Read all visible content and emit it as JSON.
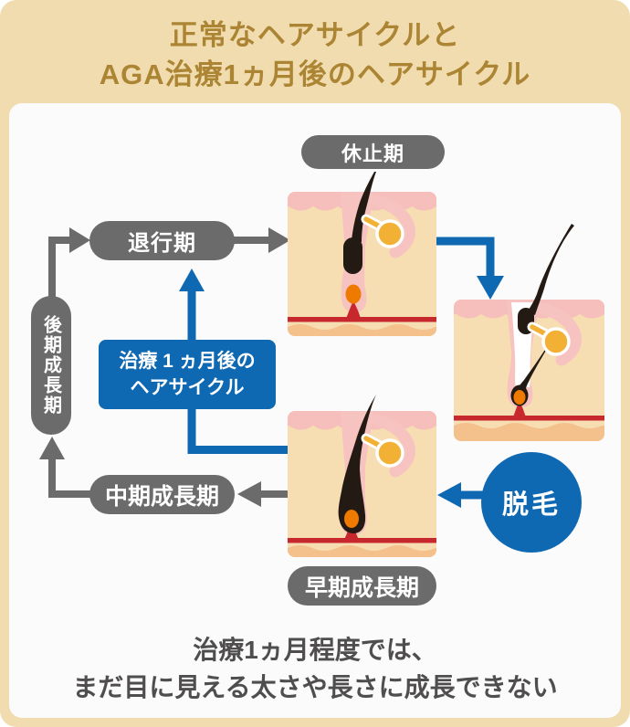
{
  "title": {
    "line1": "正常なヘアサイクルと",
    "line2": "AGA治療1ヵ月後のヘアサイクル"
  },
  "nodes": {
    "resting": "休止期",
    "regression": "退行期",
    "late_growth": "後期成長期",
    "mid_growth": "中期成長期",
    "early_growth": "早期成長期",
    "shedding": "脱毛",
    "treatment": {
      "line1": "治療 1 ヵ月後の",
      "line2": "ヘアサイクル"
    }
  },
  "caption": {
    "line1": "治療1ヵ月程度では、",
    "line2": "まだ目に見える太さや長さに成長できない"
  },
  "colors": {
    "page_background": "#f0dcae",
    "title_text": "#ac8534",
    "panel_background": "#fbfbfb",
    "node_gray": "#6b6b6b",
    "accent_blue": "#0f69b2",
    "caption_text": "#4f4d4d",
    "skin": "#f7ddb2",
    "epidermis_pink": "#f6bfbb",
    "follicle_pink": "#f7c3c0",
    "subcutis_orange": "#f4c08b",
    "vessel_red": "#c7282d",
    "hair_black": "#241a14",
    "gland_yellow": "#f2b135",
    "papilla_orange": "#ee7a00"
  }
}
